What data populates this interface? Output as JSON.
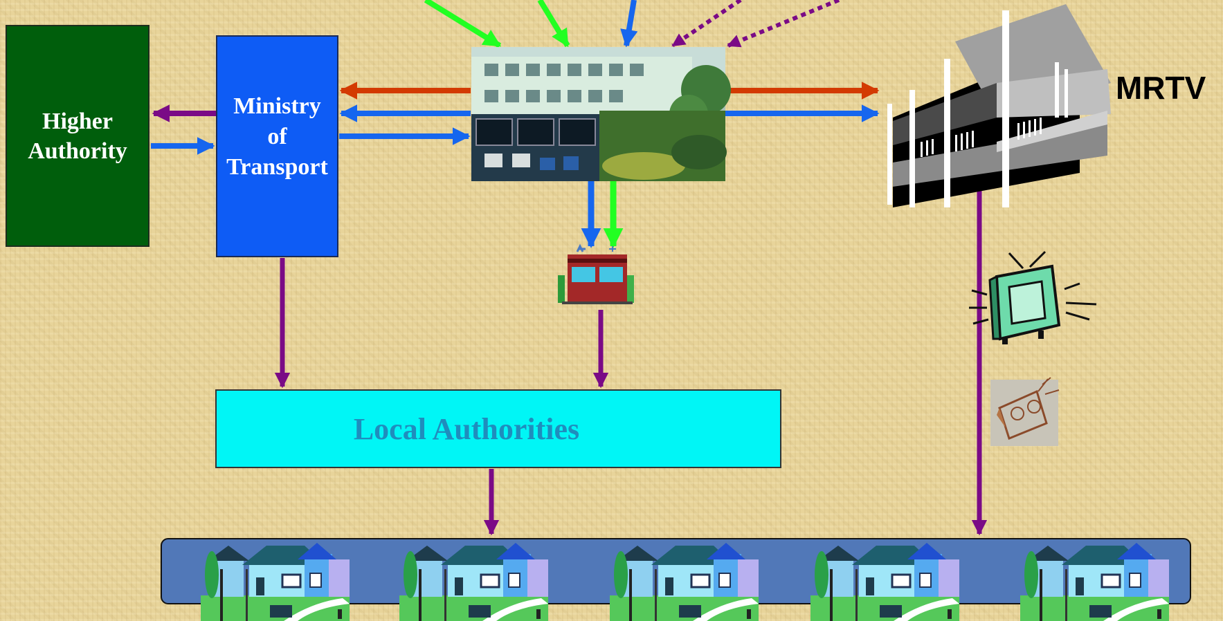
{
  "nodes": {
    "higher_authority": "Higher\nAuthority",
    "ministry": "Ministry\nof\nTransport",
    "local_authorities": "Local Authorities",
    "mrtv": "MRTV"
  },
  "icons": {
    "control_center": "control-center-photo",
    "station": "station-building-icon",
    "broadcaster": "broadcast-building-icon",
    "tv": "television-icon",
    "radio": "radio-icon",
    "houses": "house-icon"
  },
  "colors": {
    "red_orange": "#d33a02",
    "blue": "#1666ee",
    "green": "#22ff22",
    "purple": "#7a0a86",
    "higher_authority_fill": "#005e0c",
    "ministry_fill": "#0e5cf5",
    "local_fill": "#00f6f6",
    "local_text": "#1f8dbd",
    "house_band": "#5178b8"
  }
}
